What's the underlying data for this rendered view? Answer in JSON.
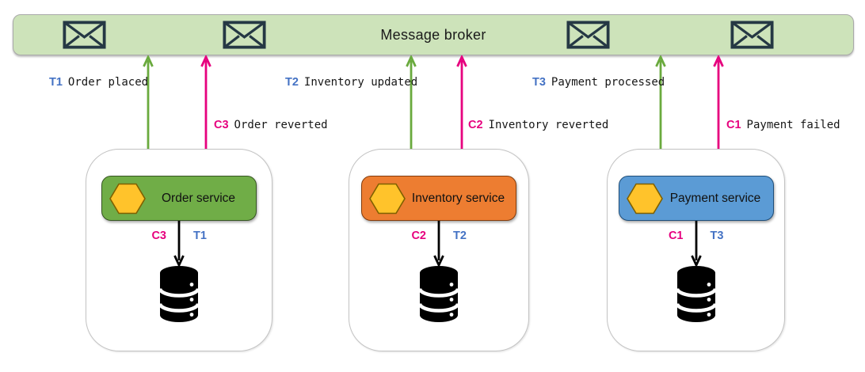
{
  "broker": {
    "label": "Message broker",
    "fill": "#cde3ba",
    "envelope_count": 4
  },
  "messages": {
    "transactions": [
      {
        "id": "T1",
        "label": "Order placed"
      },
      {
        "id": "T2",
        "label": "Inventory updated"
      },
      {
        "id": "T3",
        "label": "Payment processed"
      }
    ],
    "compensations": [
      {
        "id": "C3",
        "label": "Order reverted"
      },
      {
        "id": "C2",
        "label": "Inventory reverted"
      },
      {
        "id": "C1",
        "label": "Payment failed"
      }
    ]
  },
  "services": [
    {
      "name": "Order service",
      "fill": "#70ad47",
      "border": "#375623",
      "tx_id": "T1",
      "comp_id": "C3"
    },
    {
      "name": "Inventory service",
      "fill": "#ed7d31",
      "border": "#843c0c",
      "tx_id": "T2",
      "comp_id": "C2"
    },
    {
      "name": "Payment service",
      "fill": "#5b9bd5",
      "border": "#1f4e79",
      "tx_id": "T3",
      "comp_id": "C1"
    }
  ],
  "colors": {
    "transaction_arrow": "#6aaa3e",
    "compensation_arrow": "#e6007e",
    "transaction_text": "#4472c4",
    "compensation_text": "#e6007e",
    "envelope": "#253844",
    "hexagon_fill": "#ffc32b",
    "hexagon_border": "#7f6000",
    "database": "#000000"
  }
}
